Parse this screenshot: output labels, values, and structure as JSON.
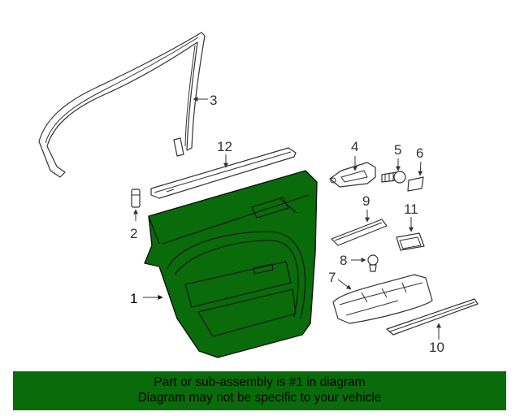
{
  "callouts": {
    "c1": "1",
    "c2": "2",
    "c3": "3",
    "c4": "4",
    "c5": "5",
    "c6": "6",
    "c7": "7",
    "c8": "8",
    "c9": "9",
    "c10": "10",
    "c11": "11",
    "c12": "12"
  },
  "banner": {
    "line1": "Part or sub-assembly is #1 in diagram",
    "line2": "Diagram may not be specific to your vehicle"
  },
  "colors": {
    "highlight": "#0a6b0a",
    "line": "#333333"
  }
}
